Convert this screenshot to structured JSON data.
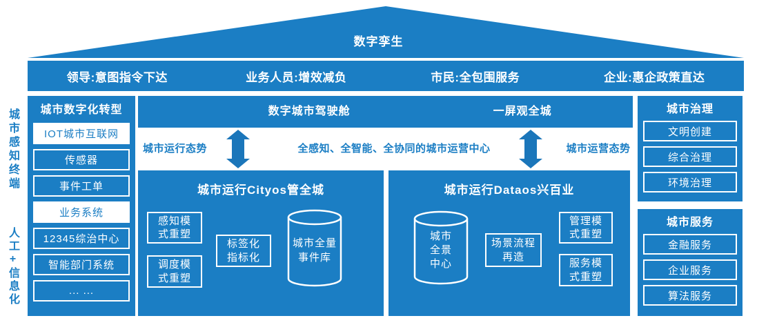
{
  "colors": {
    "primary": "#1b7ec4",
    "arrow": "#1b76ba",
    "text_on_blue": "#ffffff"
  },
  "roof": {
    "title": "数字孪生"
  },
  "stakeholder_bar": {
    "items": [
      {
        "label": "领导:意图指令下达"
      },
      {
        "label": "业务人员:增效减负"
      },
      {
        "label": "市民:全包围服务"
      },
      {
        "label": "企业:惠企政策直达"
      }
    ]
  },
  "sidebar": {
    "vertical_top": "城市感知终端",
    "vertical_bottom": "人工+信息化"
  },
  "left_panel": {
    "title": "城市数字化转型",
    "items": [
      {
        "label": "IOT城市互联网"
      },
      {
        "label": "传感器"
      },
      {
        "label": "事件工单"
      },
      {
        "label": "业务系统"
      },
      {
        "label": "12345综治中心"
      },
      {
        "label": "智能部门系统"
      },
      {
        "label": "... ..."
      }
    ]
  },
  "center": {
    "header": {
      "cockpit": "数字城市驾驶舱",
      "one_screen": "一屏观全城"
    },
    "band": {
      "left_label": "城市运行态势",
      "center_label": "全感知、全智能、全协同的城市运营中心",
      "right_label": "城市运营态势"
    },
    "cityos": {
      "title": "城市运行Cityos管全城",
      "boxes": [
        {
          "label": "感知模\n式重塑"
        },
        {
          "label": "调度模\n式重塑"
        },
        {
          "label": "标签化\n指标化"
        }
      ],
      "cylinder": "城市全量\n事件库"
    },
    "dataos": {
      "title": "城市运行Dataos兴百业",
      "cylinder": "城市\n全景\n中心",
      "boxes": [
        {
          "label": "场景流程\n再造"
        },
        {
          "label": "管理模\n式重塑"
        },
        {
          "label": "服务模\n式重塑"
        }
      ]
    }
  },
  "right_panel": {
    "governance": {
      "title": "城市治理",
      "items": [
        {
          "label": "文明创建"
        },
        {
          "label": "综合治理"
        },
        {
          "label": "环境治理"
        }
      ]
    },
    "services": {
      "title": "城市服务",
      "items": [
        {
          "label": "金融服务"
        },
        {
          "label": "企业服务"
        },
        {
          "label": "算法服务"
        }
      ]
    }
  }
}
